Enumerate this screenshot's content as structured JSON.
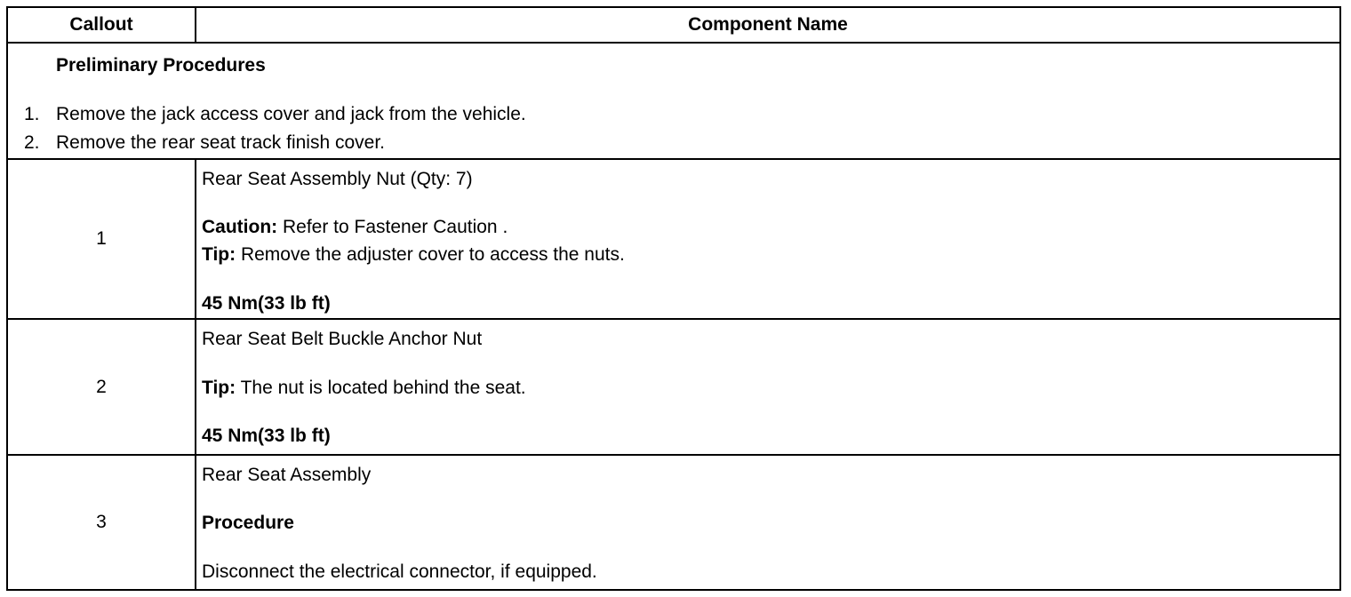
{
  "header": {
    "callout_label": "Callout",
    "component_label": "Component Name"
  },
  "preliminary": {
    "title": "Preliminary Procedures",
    "steps": [
      {
        "num": "1.",
        "text": "Remove the jack access cover and jack from the vehicle."
      },
      {
        "num": "2.",
        "text": "Remove the rear seat track finish cover."
      }
    ]
  },
  "rows": [
    {
      "callout": "1",
      "name": "Rear Seat Assembly Nut (Qty: 7)",
      "caution_label": "Caution:",
      "caution_text": " Refer to Fastener Caution .",
      "tip_label": "Tip:",
      "tip_text": " Remove the adjuster cover to access the nuts.",
      "torque": "45 Nm(33 lb ft)"
    },
    {
      "callout": "2",
      "name": "Rear Seat Belt Buckle Anchor Nut",
      "tip_label": "Tip:",
      "tip_text": " The nut is located behind the seat.",
      "torque": "45 Nm(33 lb ft)"
    },
    {
      "callout": "3",
      "name": "Rear Seat Assembly",
      "procedure_label": "Procedure",
      "procedure_text": "Disconnect the electrical connector, if equipped."
    }
  ]
}
